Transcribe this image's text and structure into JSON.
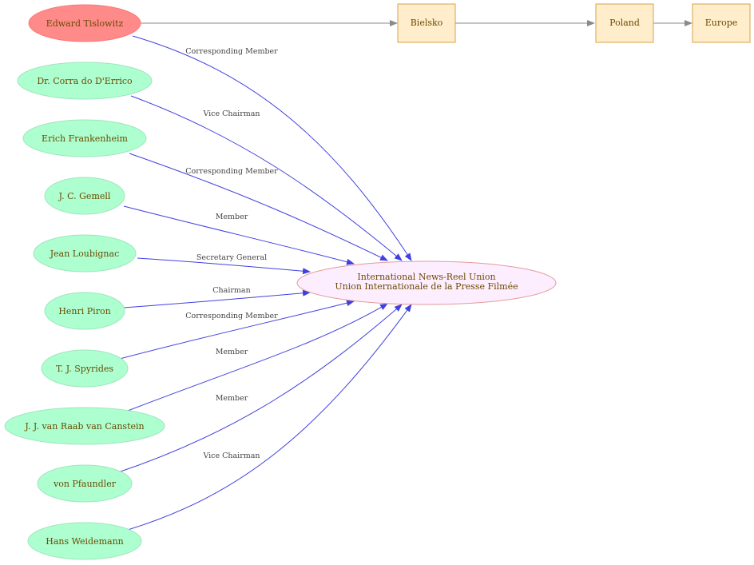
{
  "diagram": {
    "colors": {
      "person_fill": "#adffd0",
      "person_stroke": "#9ee6bd",
      "highlight_fill": "#ff8a8a",
      "highlight_stroke": "#ff7676",
      "org_fill": "#fdeeff",
      "org_stroke": "#e49a9a",
      "place_fill": "#ffedcc",
      "place_stroke": "#d9a24a",
      "member_edge": "#4040e0",
      "location_edge": "#8a8a8a",
      "label_text": "#6b4a00"
    },
    "organization": {
      "line1": "International News-Reel Union",
      "line2": "Union Internationale de la Presse Filmée"
    },
    "places": [
      {
        "id": "bielsko",
        "label": "Bielsko"
      },
      {
        "id": "poland",
        "label": "Poland"
      },
      {
        "id": "europe",
        "label": "Europe"
      }
    ],
    "people": [
      {
        "id": "tislowitz",
        "name": "Edward Tislowitz",
        "role": "Corresponding Member",
        "highlight": true
      },
      {
        "id": "derrico",
        "name": "Dr. Corra do D'Errico",
        "role": "Vice Chairman"
      },
      {
        "id": "frankenheim",
        "name": "Erich Frankenheim",
        "role": "Corresponding Member"
      },
      {
        "id": "gemell",
        "name": "J. C. Gemell",
        "role": "Member"
      },
      {
        "id": "loubignac",
        "name": "Jean Loubignac",
        "role": "Secretary General"
      },
      {
        "id": "piron",
        "name": "Henri Piron",
        "role": "Chairman"
      },
      {
        "id": "spyrides",
        "name": "T. J. Spyrides",
        "role": "Corresponding Member"
      },
      {
        "id": "vanraab",
        "name": "J. J. van Raab van Canstein",
        "role": "Member"
      },
      {
        "id": "pfaundler",
        "name": "von Pfaundler",
        "role": "Member"
      },
      {
        "id": "weidemann",
        "name": "Hans Weidemann",
        "role": "Vice Chairman"
      }
    ]
  }
}
